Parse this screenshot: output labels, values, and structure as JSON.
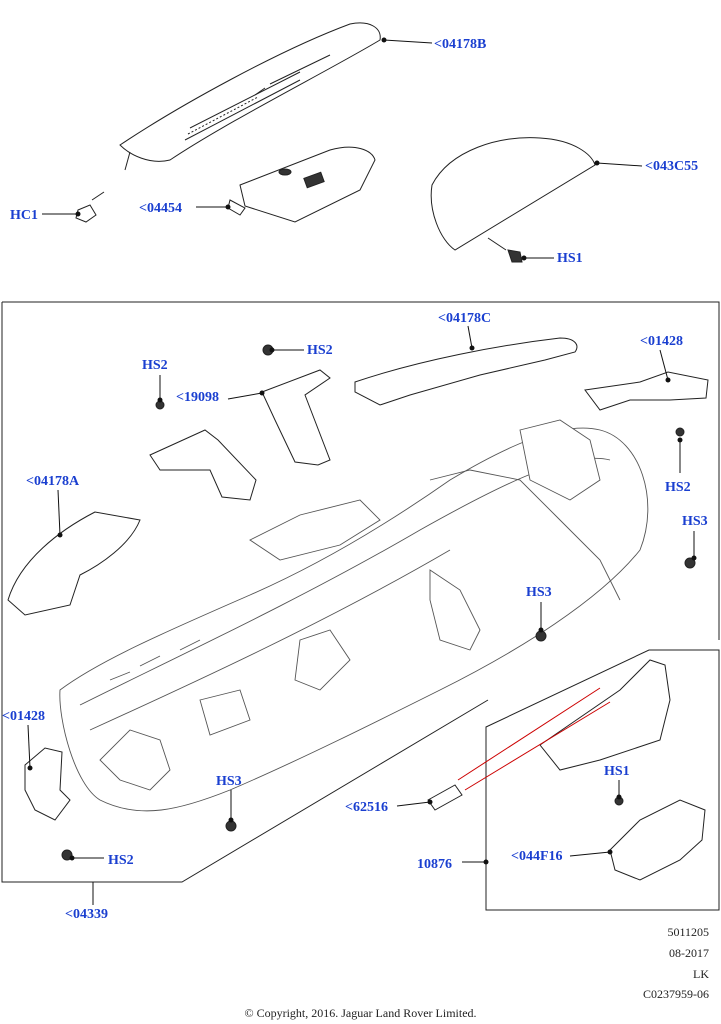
{
  "callouts": {
    "top_panel": "<04178B",
    "top_cover": "<04454",
    "top_clip": "HC1",
    "right_lid": "<043C55",
    "right_lid_screw": "HS1",
    "center_panel": "<04178C",
    "center_bracket": "<19098",
    "screw_hs2_a": "HS2",
    "screw_hs2_b": "HS2",
    "right_duct": "<01428",
    "screw_hs2_c": "HS2",
    "left_panel": "<04178A",
    "screw_hs3_a": "HS3",
    "screw_hs3_b": "HS3",
    "left_duct": "<01428",
    "screw_hs3_c": "HS3",
    "screw_hs2_d": "HS2",
    "dash_assembly": "<04339",
    "connector": "<62516",
    "cluster_group": "10876",
    "cluster_screw": "HS1",
    "cluster_bezel": "<044F16"
  },
  "meta": {
    "code": "5011205",
    "date": "08-2017",
    "initials": "LK",
    "ref": "C0237959-06"
  },
  "copyright": "© Copyright, 2016. Jaguar Land Rover Limited."
}
